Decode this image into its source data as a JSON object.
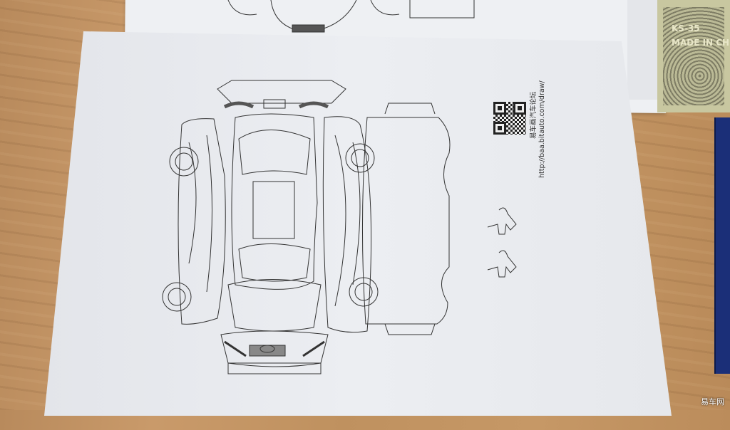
{
  "paper": {
    "qr_caption": "易车画汽车论坛",
    "url": "http://baa.bitauto.com/draw/"
  },
  "banknote": {
    "line1": "KS-35",
    "line2": "MADE IN CH"
  },
  "watermark": "易车网"
}
